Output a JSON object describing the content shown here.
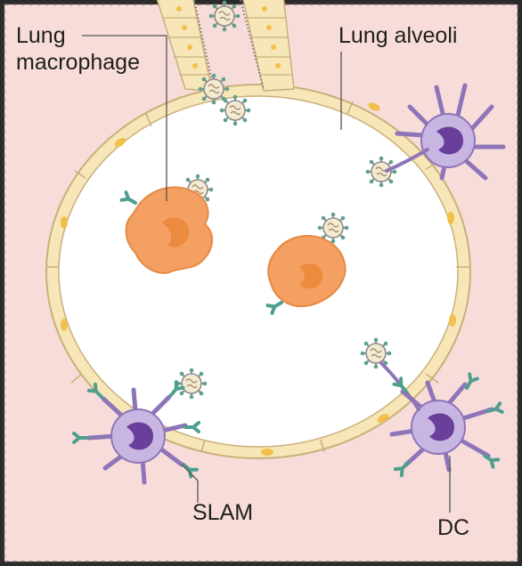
{
  "labels": {
    "macrophage_line1": "Lung",
    "macrophage_line2": "macrophage",
    "alveoli": "Lung alveoli",
    "slam": "SLAM",
    "dc": "DC"
  },
  "colors": {
    "background": "#f8dcda",
    "alveolar_wall": "#f6e6b8",
    "wall_outline": "#c9b07a",
    "macrophage": "#f4a063",
    "macrophage_nucleus": "#ec8a3e",
    "dendritic_cell": "#b9a4d6",
    "dc_nucleus": "#6a3f9b",
    "slam_receptor": "#4f9e8e",
    "virus": "#f3ead2"
  }
}
